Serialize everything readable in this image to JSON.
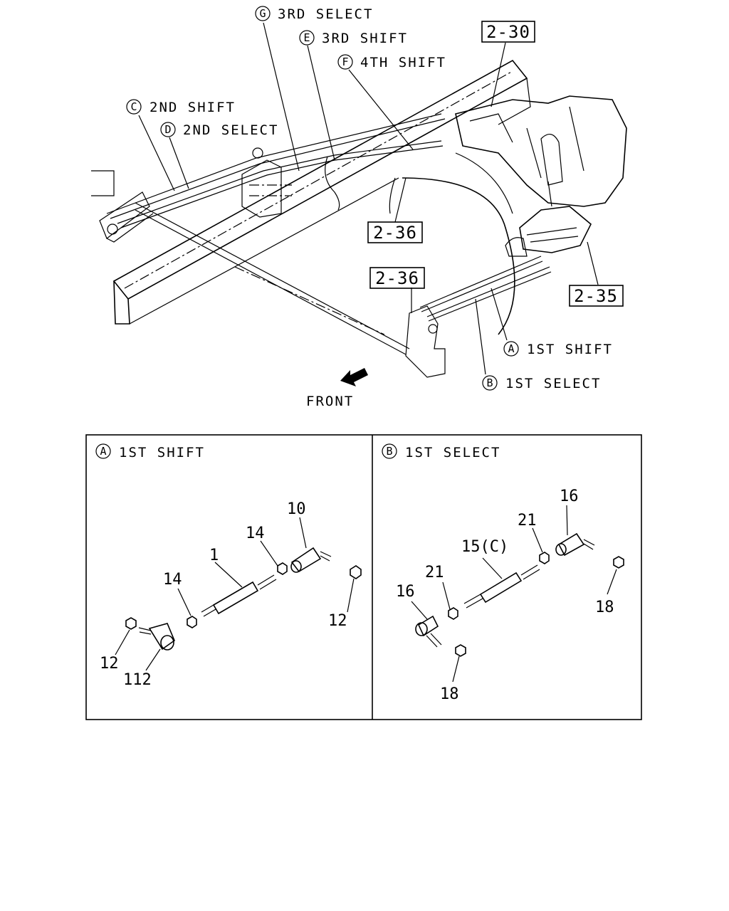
{
  "overview": {
    "callouts": [
      {
        "letter": "G",
        "text": "3RD SELECT"
      },
      {
        "letter": "E",
        "text": "3RD SHIFT"
      },
      {
        "letter": "F",
        "text": "4TH SHIFT"
      },
      {
        "letter": "C",
        "text": "2ND SHIFT"
      },
      {
        "letter": "D",
        "text": "2ND SELECT"
      },
      {
        "letter": "A",
        "text": "1ST SHIFT"
      },
      {
        "letter": "B",
        "text": "1ST SELECT"
      }
    ],
    "refs": [
      "2-30",
      "2-36",
      "2-36",
      "2-35"
    ],
    "front_label": "FRONT"
  },
  "panels": [
    {
      "letter": "A",
      "title": "1ST SHIFT",
      "parts": [
        "10",
        "14",
        "1",
        "14",
        "12",
        "12",
        "112"
      ]
    },
    {
      "letter": "B",
      "title": "1ST SELECT",
      "parts": [
        "16",
        "21",
        "15(C)",
        "21",
        "16",
        "18",
        "18"
      ]
    }
  ]
}
